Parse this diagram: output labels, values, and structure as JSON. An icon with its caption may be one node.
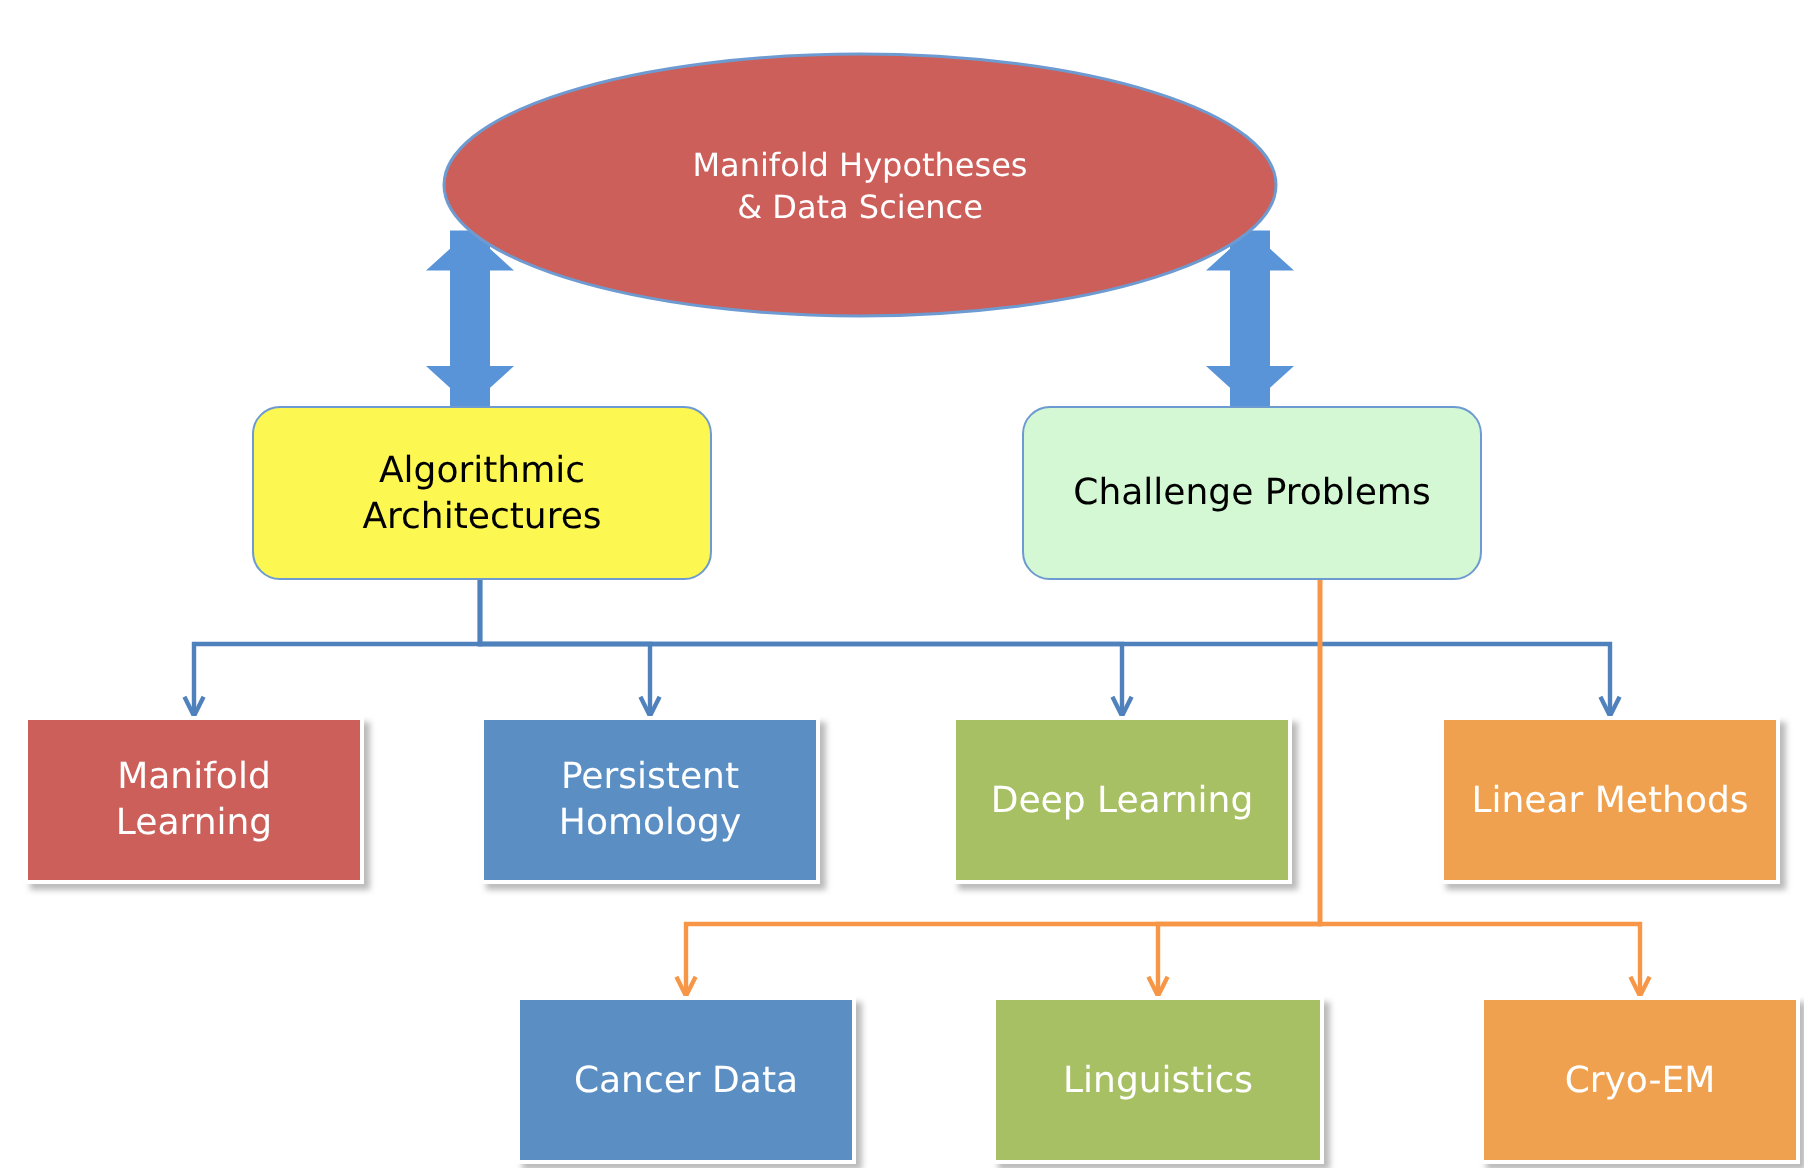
{
  "diagram": {
    "nodes": [
      {
        "text": [
          "Manifold Hypotheses & Data Science"
        ]
      },
      {
        "text": [
          "Algorithmic Architectures"
        ]
      },
      {
        "text": [
          "Challenge Problems"
        ]
      },
      {
        "text": [
          "Manifold Learning"
        ]
      },
      {
        "text": [
          "Persistent Homology"
        ]
      },
      {
        "text": [
          "Deep Learning"
        ]
      },
      {
        "text": [
          "Linear Methods"
        ]
      },
      {
        "text": [
          "Cancer Data"
        ]
      },
      {
        "text": [
          "Linguistics"
        ]
      },
      {
        "text": [
          "Cryo-EM"
        ]
      }
    ],
    "edges": [
      {
        "from": 0,
        "to": 1,
        "arrow": "both",
        "style": "thick"
      },
      {
        "from": 0,
        "to": 2,
        "arrow": "both",
        "style": "thick"
      },
      {
        "from": 1,
        "to": 3,
        "arrow": "to"
      },
      {
        "from": 1,
        "to": 4,
        "arrow": "to"
      },
      {
        "from": 1,
        "to": 5,
        "arrow": "to"
      },
      {
        "from": 1,
        "to": 6,
        "arrow": "to"
      },
      {
        "from": 2,
        "to": 7,
        "arrow": "to",
        "color": "#f79646"
      },
      {
        "from": 2,
        "to": 8,
        "arrow": "to",
        "color": "#f79646"
      },
      {
        "from": 2,
        "to": 9,
        "arrow": "to",
        "color": "#f79646"
      }
    ]
  }
}
